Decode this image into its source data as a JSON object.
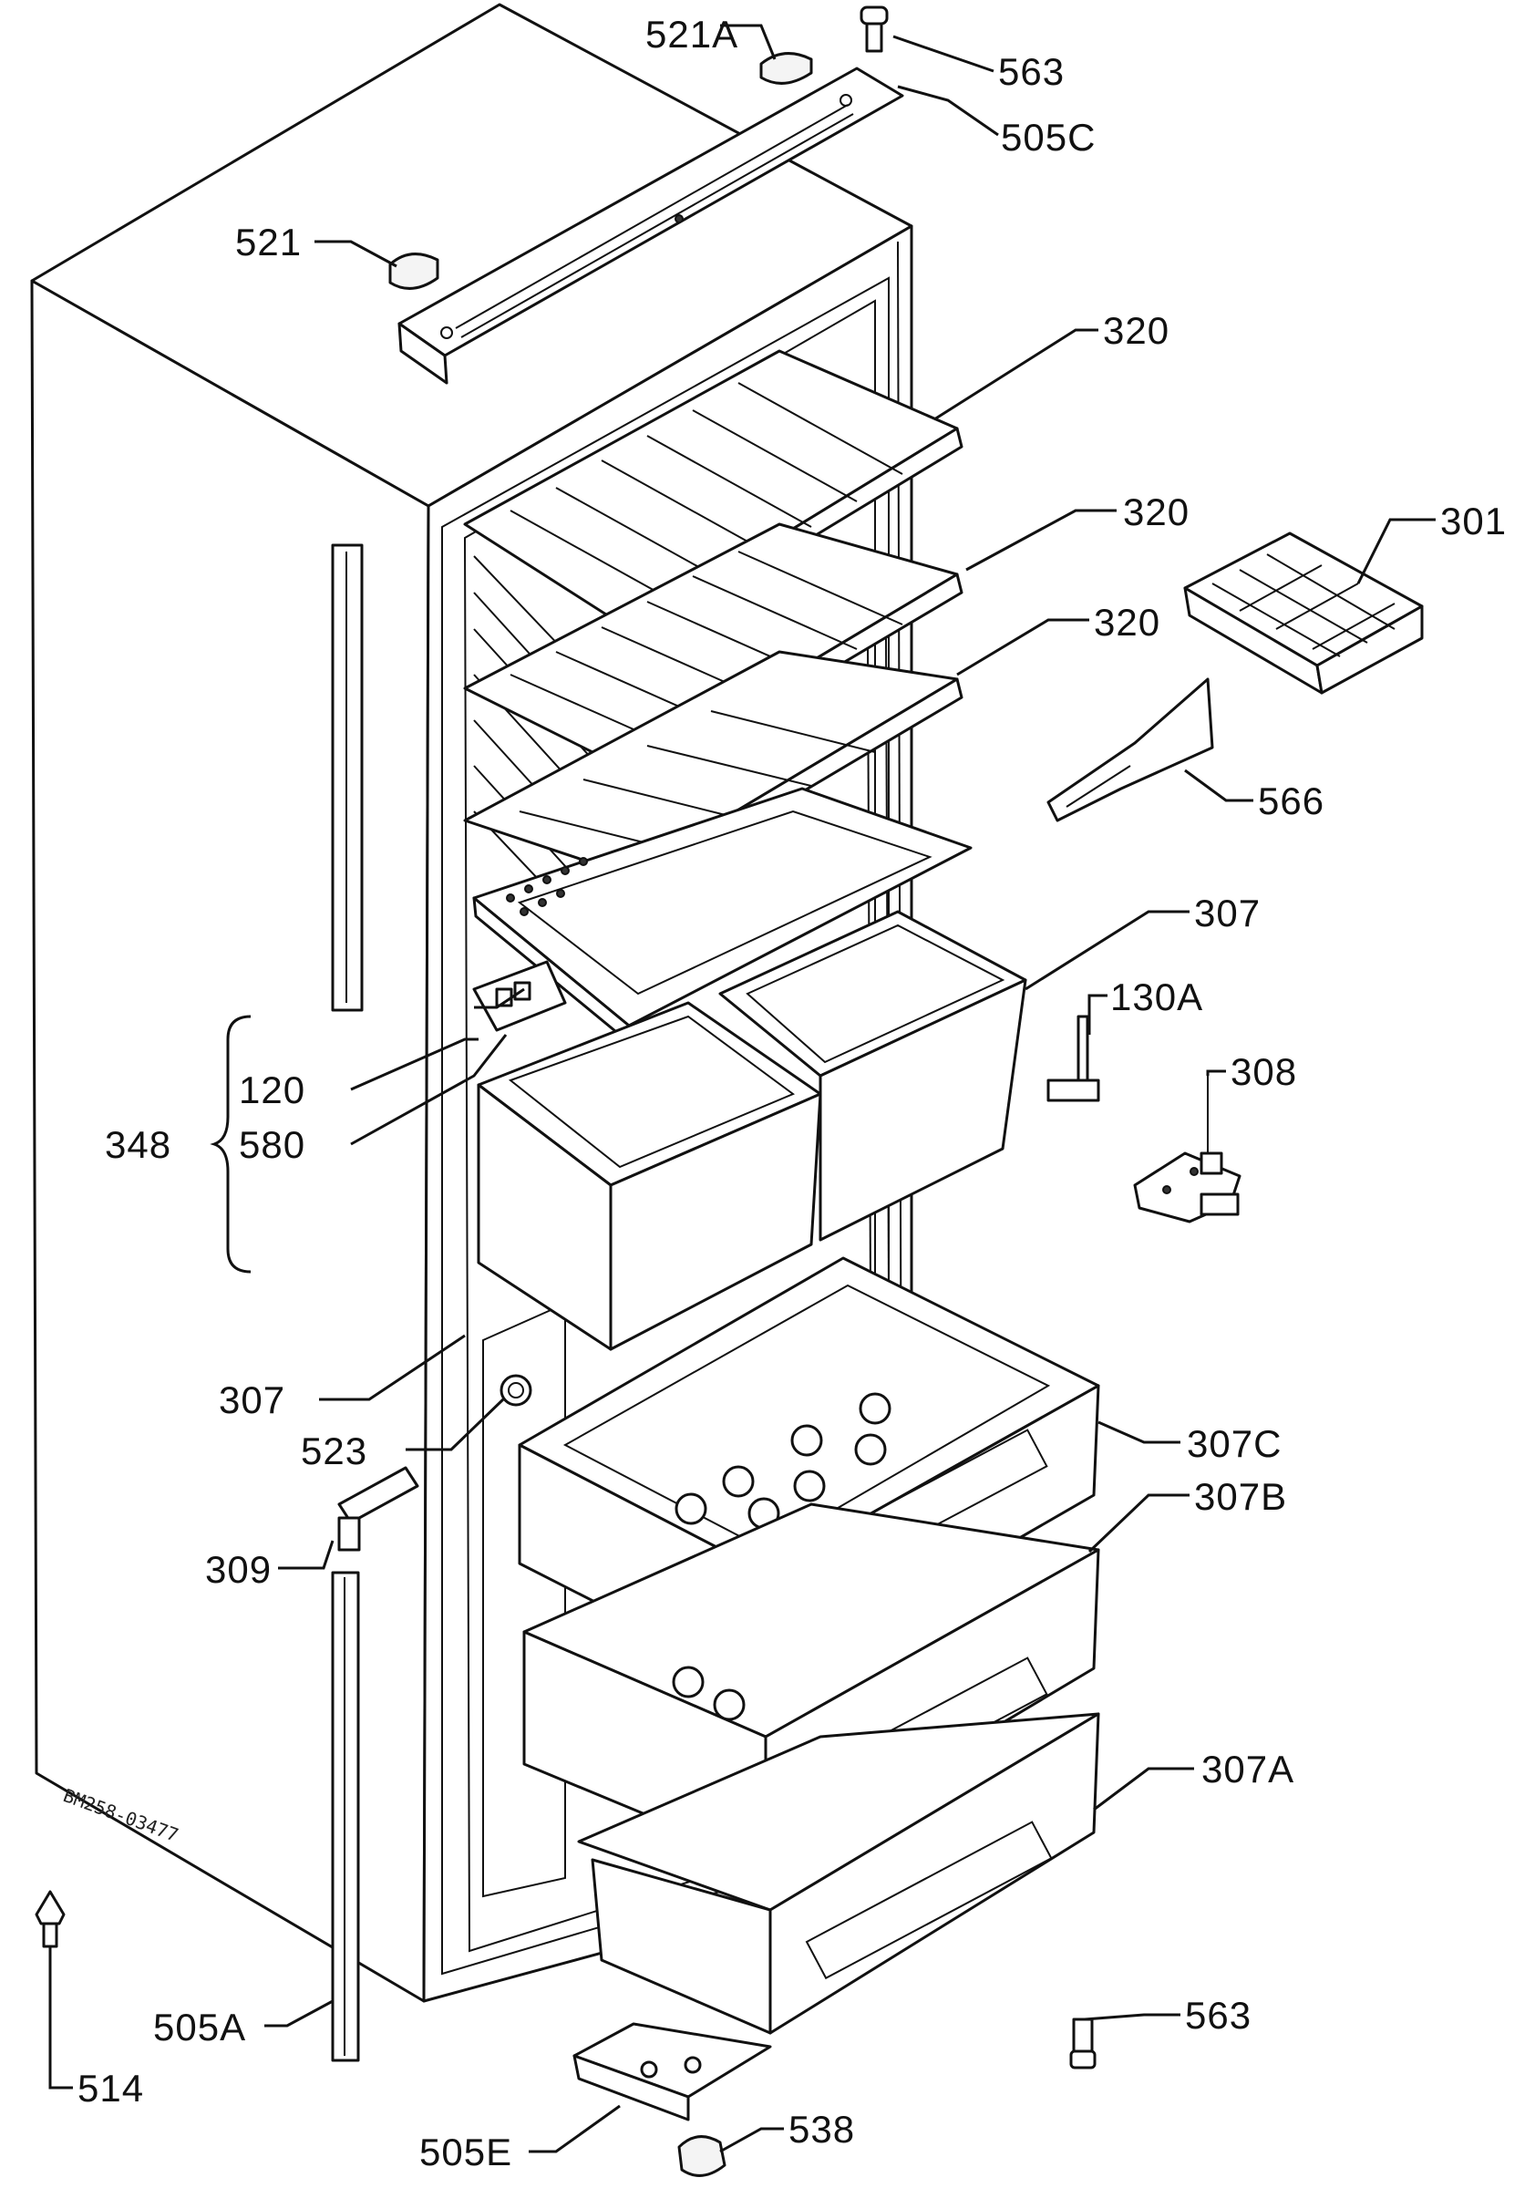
{
  "labels": {
    "521A": "521A",
    "563_top": "563",
    "505C": "505C",
    "521": "521",
    "320_a": "320",
    "320_b": "320",
    "320_c": "320",
    "301": "301",
    "566": "566",
    "307_top": "307",
    "130A": "130A",
    "308": "308",
    "120": "120",
    "348": "348",
    "580": "580",
    "307_left": "307",
    "523": "523",
    "307C": "307C",
    "307B": "307B",
    "309": "309",
    "307A": "307A",
    "505A": "505A",
    "514": "514",
    "563_bottom": "563",
    "505E": "505E",
    "538": "538"
  },
  "drawing_code": "BM258-03477"
}
